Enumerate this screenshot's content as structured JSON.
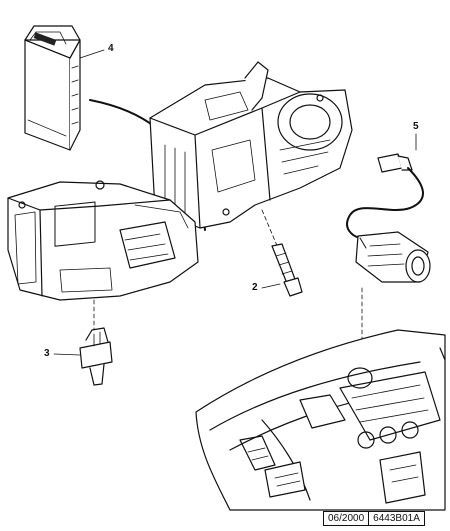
{
  "callouts": {
    "c2": "2",
    "c3": "3",
    "c4": "4",
    "c5": "5"
  },
  "footer": {
    "date": "06/2000",
    "reference": "6443B01A"
  }
}
